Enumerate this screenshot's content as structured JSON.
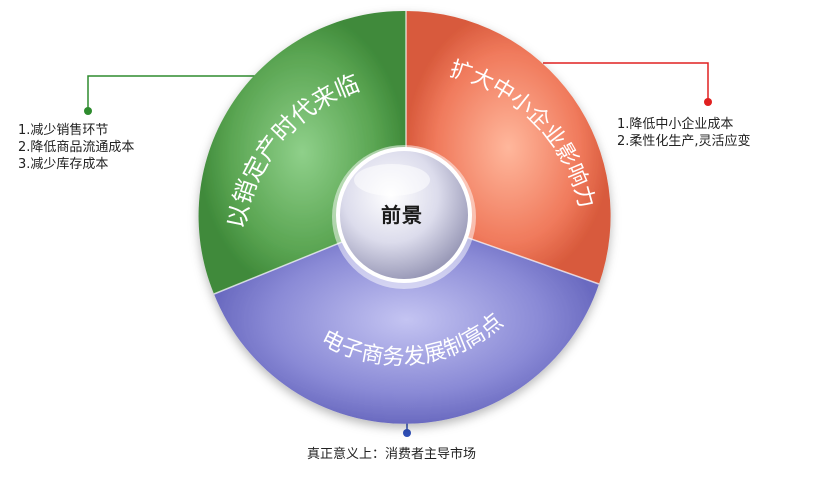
{
  "center": {
    "label": "前景"
  },
  "segments": [
    {
      "id": "left",
      "label": "以销定产时代来临",
      "color": "#5aa552"
    },
    {
      "id": "right",
      "label": "扩大中小企业影响力",
      "color": "#f07a5c"
    },
    {
      "id": "bottom",
      "label": "电子商务发展制高点",
      "color": "#8a8ad6"
    }
  ],
  "notes": {
    "left": [
      "1.减少销售环节",
      "2.降低商品流通成本",
      "3.减少库存成本"
    ],
    "right": [
      "1.降低中小企业成本",
      "2.柔性化生产,灵活应变"
    ],
    "bottom": "真正意义上：消费者主导市场"
  },
  "connector_colors": {
    "left": "#2e8b2e",
    "right": "#e02020",
    "bottom": "#2f4fb8"
  }
}
